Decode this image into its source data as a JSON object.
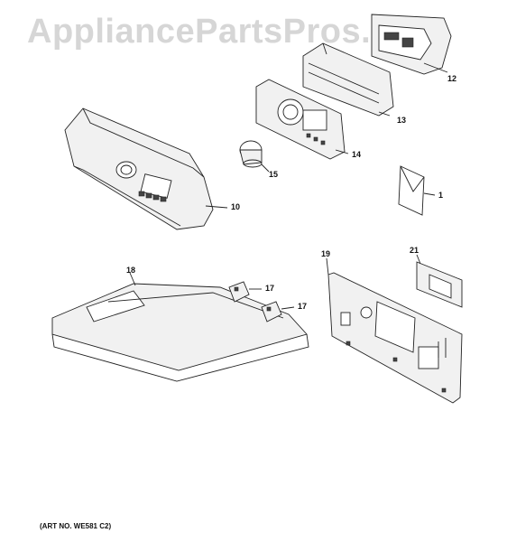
{
  "watermark": "AppliancePartsPros.com",
  "art_number": "(ART NO. WE581 C2)",
  "callouts": {
    "c1": "1",
    "c10": "10",
    "c12": "12",
    "c13": "13",
    "c14": "14",
    "c15": "15",
    "c17a": "17",
    "c17b": "17",
    "c18": "18",
    "c19": "19",
    "c21": "21"
  }
}
